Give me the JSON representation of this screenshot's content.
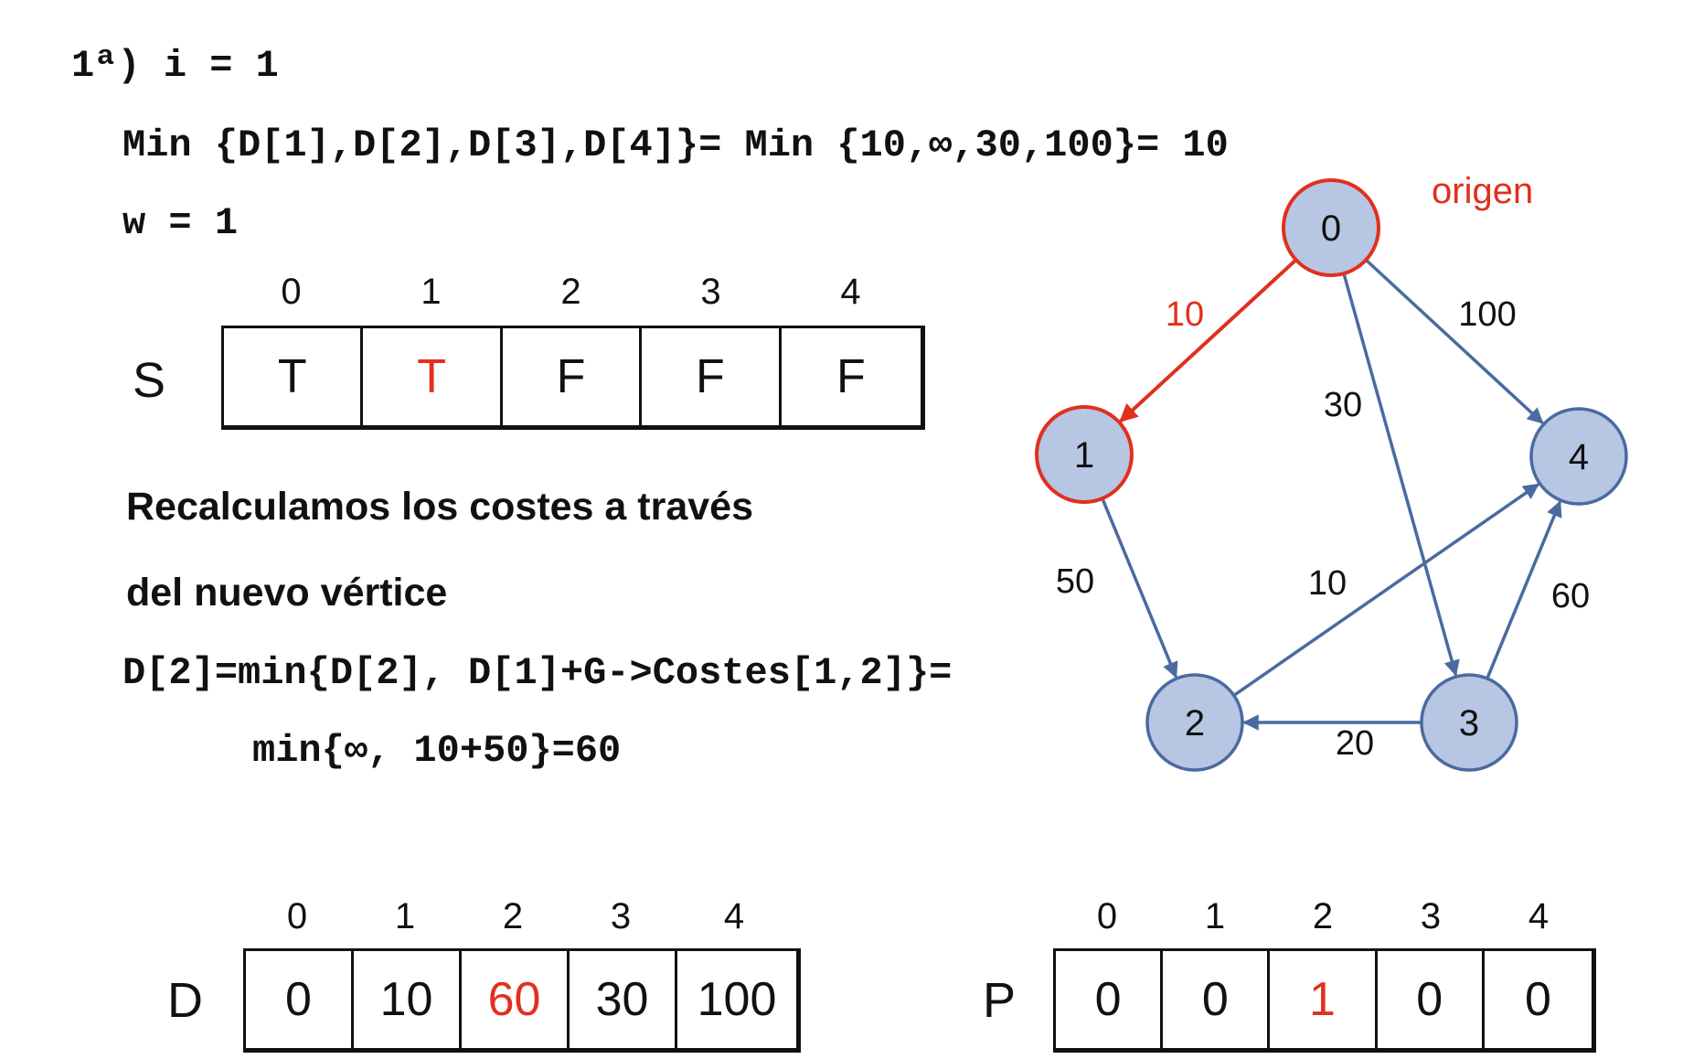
{
  "colors": {
    "highlight": "#e0301e",
    "edge": "#4a6aa0",
    "node_fill": "#b6c6e3"
  },
  "header": {
    "step": "1ª) i = 1",
    "min_line": "Min {D[1],D[2],D[3],D[4]}= Min {10,∞,30,100}= 10",
    "w_line": "w = 1"
  },
  "s_array": {
    "label": "S",
    "indices": [
      "0",
      "1",
      "2",
      "3",
      "4"
    ],
    "cells": [
      "T",
      "T",
      "F",
      "F",
      "F"
    ],
    "highlight_index": 1
  },
  "explanation": {
    "line1": "Recalculamos los costes a través",
    "line2": "del nuevo vértice",
    "formula1": "D[2]=min{D[2], D[1]+G->Costes[1,2]}=",
    "formula2": "min{∞, 10+50}=60"
  },
  "graph": {
    "origin_label": "origen",
    "nodes": [
      "0",
      "1",
      "2",
      "3",
      "4"
    ],
    "edges": [
      {
        "from": "0",
        "to": "1",
        "weight": "10",
        "highlight": true
      },
      {
        "from": "0",
        "to": "4",
        "weight": "100",
        "highlight": false
      },
      {
        "from": "0",
        "to": "3",
        "weight": "30",
        "highlight": false
      },
      {
        "from": "1",
        "to": "2",
        "weight": "50",
        "highlight": false
      },
      {
        "from": "2",
        "to": "4",
        "weight": "10",
        "highlight": false
      },
      {
        "from": "3",
        "to": "4",
        "weight": "60",
        "highlight": false
      },
      {
        "from": "3",
        "to": "2",
        "weight": "20",
        "highlight": false
      }
    ]
  },
  "d_array": {
    "label": "D",
    "indices": [
      "0",
      "1",
      "2",
      "3",
      "4"
    ],
    "cells": [
      "0",
      "10",
      "60",
      "30",
      "100"
    ],
    "highlight_index": 2
  },
  "p_array": {
    "label": "P",
    "indices": [
      "0",
      "1",
      "2",
      "3",
      "4"
    ],
    "cells": [
      "0",
      "0",
      "1",
      "0",
      "0"
    ],
    "highlight_index": 2
  }
}
